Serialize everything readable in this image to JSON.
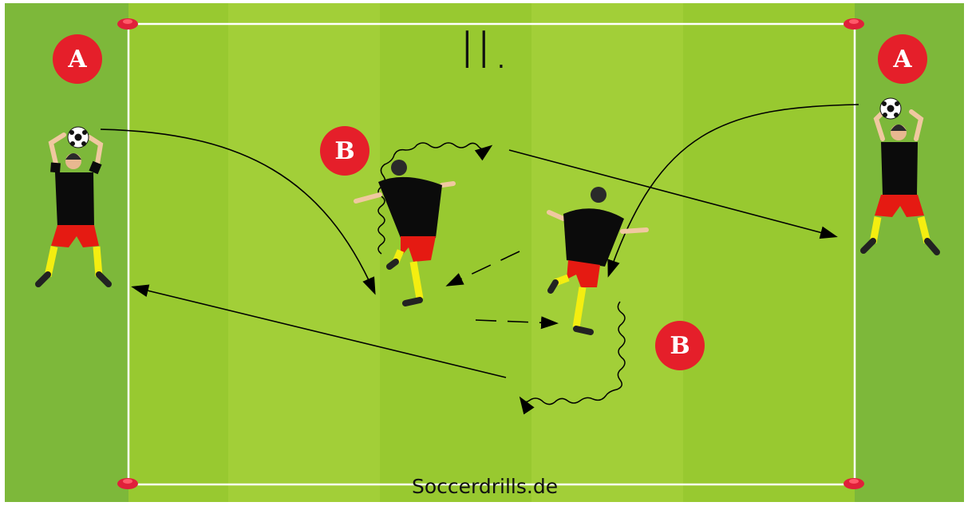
{
  "title": "II.",
  "watermark": "Soccerdrills.de",
  "labels": {
    "player_a_left": "A",
    "player_a_right": "A",
    "player_b_upper": "B",
    "player_b_lower": "B"
  },
  "colors": {
    "grass_dark": "#7db83a",
    "grass_light": "#9ccb33",
    "line": "#ffffff",
    "cone": "#e0203a",
    "badge": "#e51f2a",
    "shirt": "#0b0b0b",
    "shorts": "#e51a12",
    "socks": "#f4ee10"
  },
  "icons": [
    "cone-icon",
    "soccer-ball-icon",
    "player-figure-icon",
    "arrow-icon"
  ]
}
